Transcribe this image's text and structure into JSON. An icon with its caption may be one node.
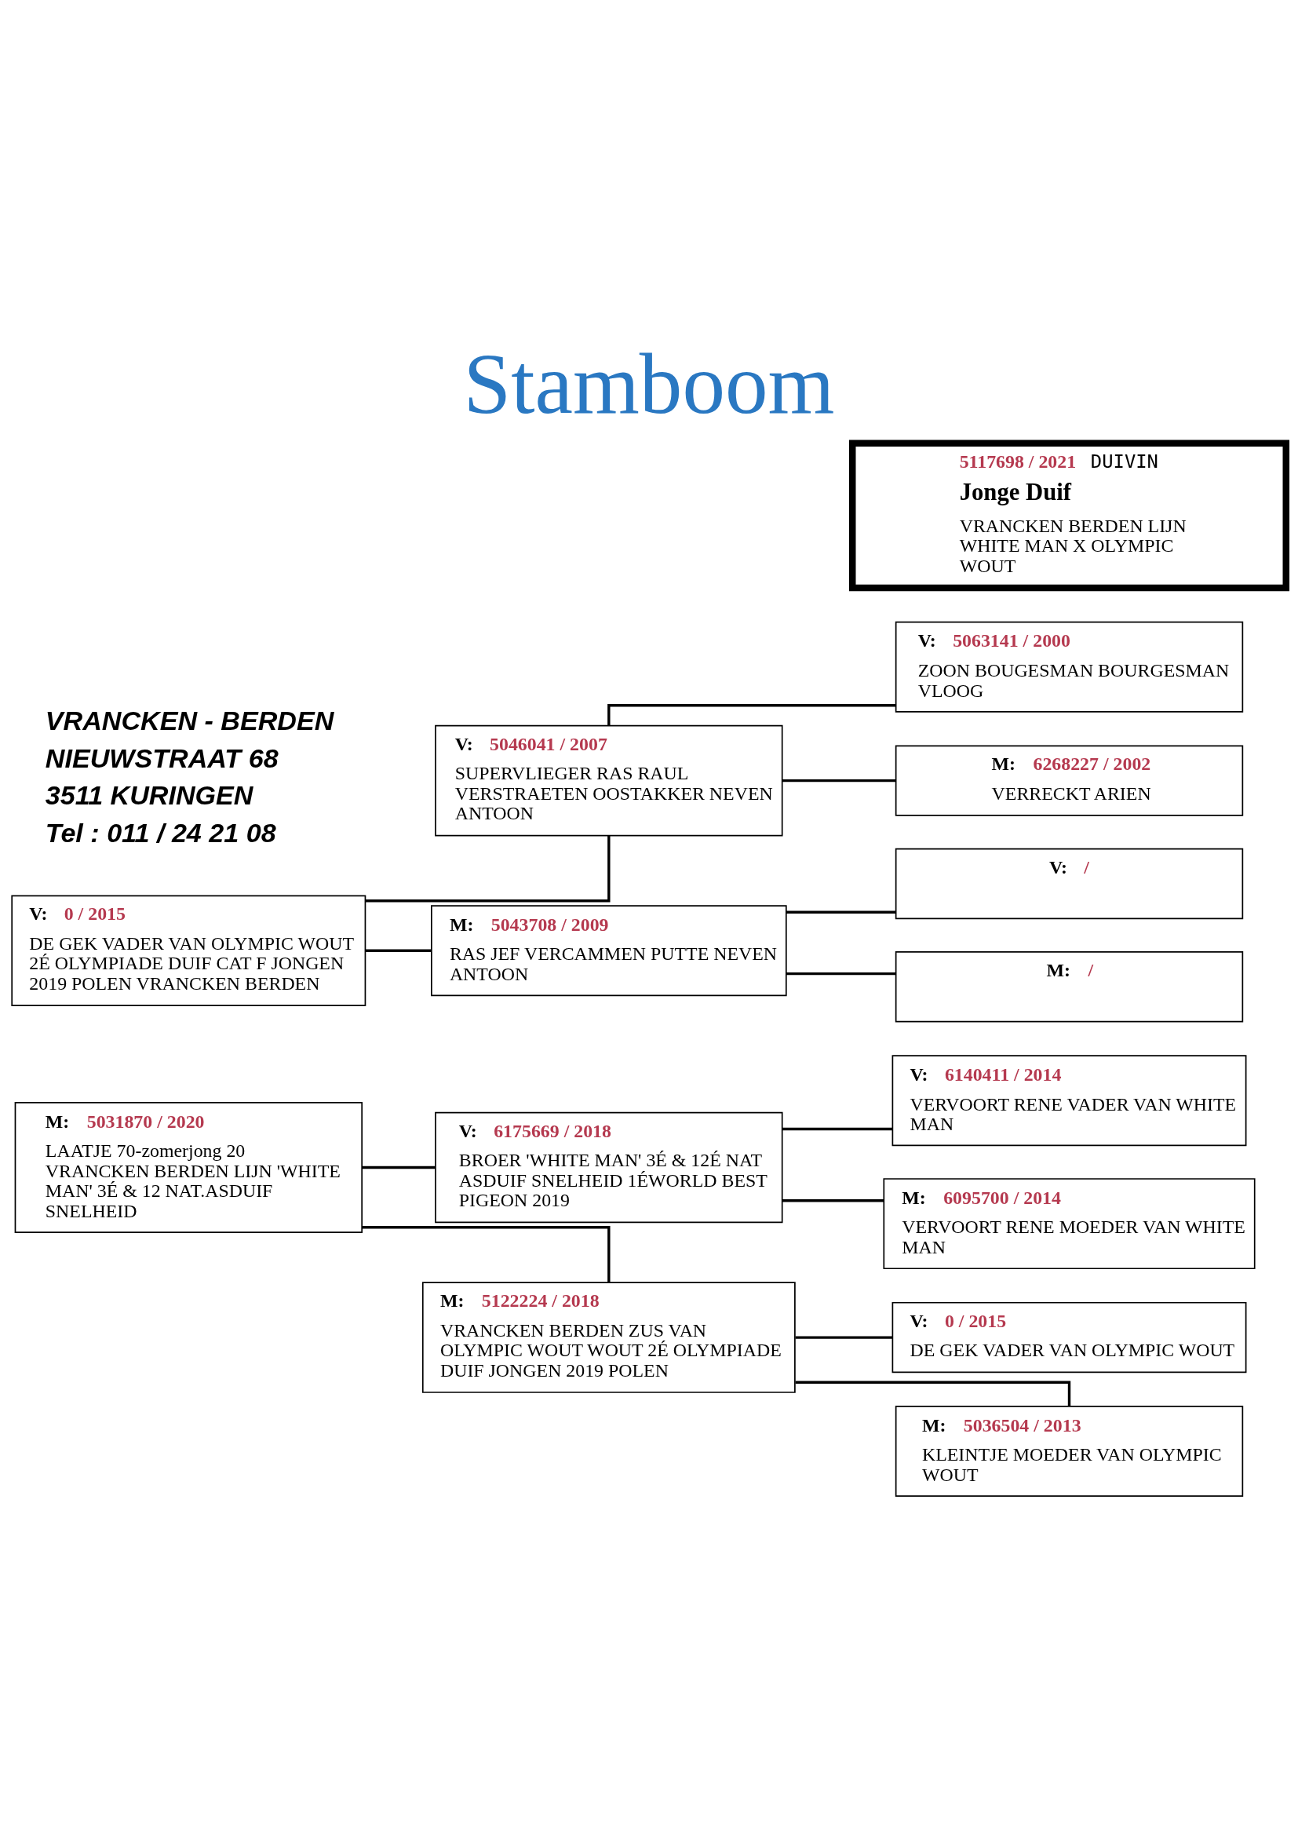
{
  "diagram": {
    "title": "Stamboom",
    "nodes": [
      {
        "text": [
          "5117698 / 2021",
          "DUIVIN",
          "Jonge Duif",
          "VRANCKEN BERDEN LIJN WHITE MAN X OLYMPIC WOUT"
        ]
      },
      {
        "text": [
          "V:",
          "0 / 2015",
          "DE GEK VADER VAN OLYMPIC WOUT 2É OLYMPIADE DUIF CAT F JONGEN 2019 POLEN VRANCKEN BERDEN"
        ]
      },
      {
        "text": [
          "V:",
          "5046041 / 2007",
          "SUPERVLIEGER RAS RAUL VERSTRAETEN OOSTAKKER NEVEN ANTOON"
        ]
      },
      {
        "text": [
          "M:",
          "5043708 / 2009",
          "RAS JEF VERCAMMEN PUTTE NEVEN ANTOON"
        ]
      },
      {
        "text": [
          "V:",
          "5063141 / 2000",
          "ZOON BOUGESMAN BOURGESMAN VLOOG"
        ]
      },
      {
        "text": [
          "M:",
          "6268227 / 2002",
          "VERRECKT ARIEN"
        ]
      },
      {
        "text": [
          "V:",
          "/"
        ]
      },
      {
        "text": [
          "M:",
          "/"
        ]
      },
      {
        "text": [
          "M:",
          "5031870 / 2020",
          "LAATJE 70-zomerjong 20 VRANCKEN BERDEN LIJN 'WHITE MAN' 3É & 12 NAT.ASDUIF SNELHEID"
        ]
      },
      {
        "text": [
          "V:",
          "6175669 / 2018",
          "BROER 'WHITE MAN' 3É & 12É NAT ASDUIF SNELHEID 1ÉWORLD BEST PIGEON 2019"
        ]
      },
      {
        "text": [
          "M:",
          "5122224 / 2018",
          "VRANCKEN BERDEN ZUS VAN OLYMPIC WOUT WOUT 2É OLYMPIADE DUIF JONGEN 2019 POLEN"
        ]
      },
      {
        "text": [
          "V:",
          "6140411 / 2014",
          "VERVOORT RENE VADER VAN WHITE MAN"
        ]
      },
      {
        "text": [
          "M:",
          "6095700 / 2014",
          "VERVOORT RENE MOEDER VAN WHITE MAN"
        ]
      },
      {
        "text": [
          "V:",
          "0 / 2015",
          "DE GEK VADER VAN OLYMPIC WOUT"
        ]
      },
      {
        "text": [
          "M:",
          "5036504 / 2013",
          "KLEINTJE MOEDER VAN OLYMPIC WOUT"
        ]
      }
    ],
    "edges": [
      {
        "from": 1,
        "to": 2,
        "arrow": "none"
      },
      {
        "from": 1,
        "to": 3,
        "arrow": "none"
      },
      {
        "from": 2,
        "to": 4,
        "arrow": "none"
      },
      {
        "from": 2,
        "to": 5,
        "arrow": "none"
      },
      {
        "from": 3,
        "to": 6,
        "arrow": "none"
      },
      {
        "from": 3,
        "to": 7,
        "arrow": "none"
      },
      {
        "from": 8,
        "to": 9,
        "arrow": "none"
      },
      {
        "from": 8,
        "to": 10,
        "arrow": "none"
      },
      {
        "from": 9,
        "to": 11,
        "arrow": "none"
      },
      {
        "from": 9,
        "to": 12,
        "arrow": "none"
      },
      {
        "from": 10,
        "to": 13,
        "arrow": "none"
      },
      {
        "from": 10,
        "to": 14,
        "arrow": "none"
      }
    ],
    "labels": [
      "VRANCKEN - BERDEN",
      "NIEUWSTRAAT 68",
      "3511 KURINGEN",
      "Tel : 011 / 24 21 08"
    ]
  }
}
